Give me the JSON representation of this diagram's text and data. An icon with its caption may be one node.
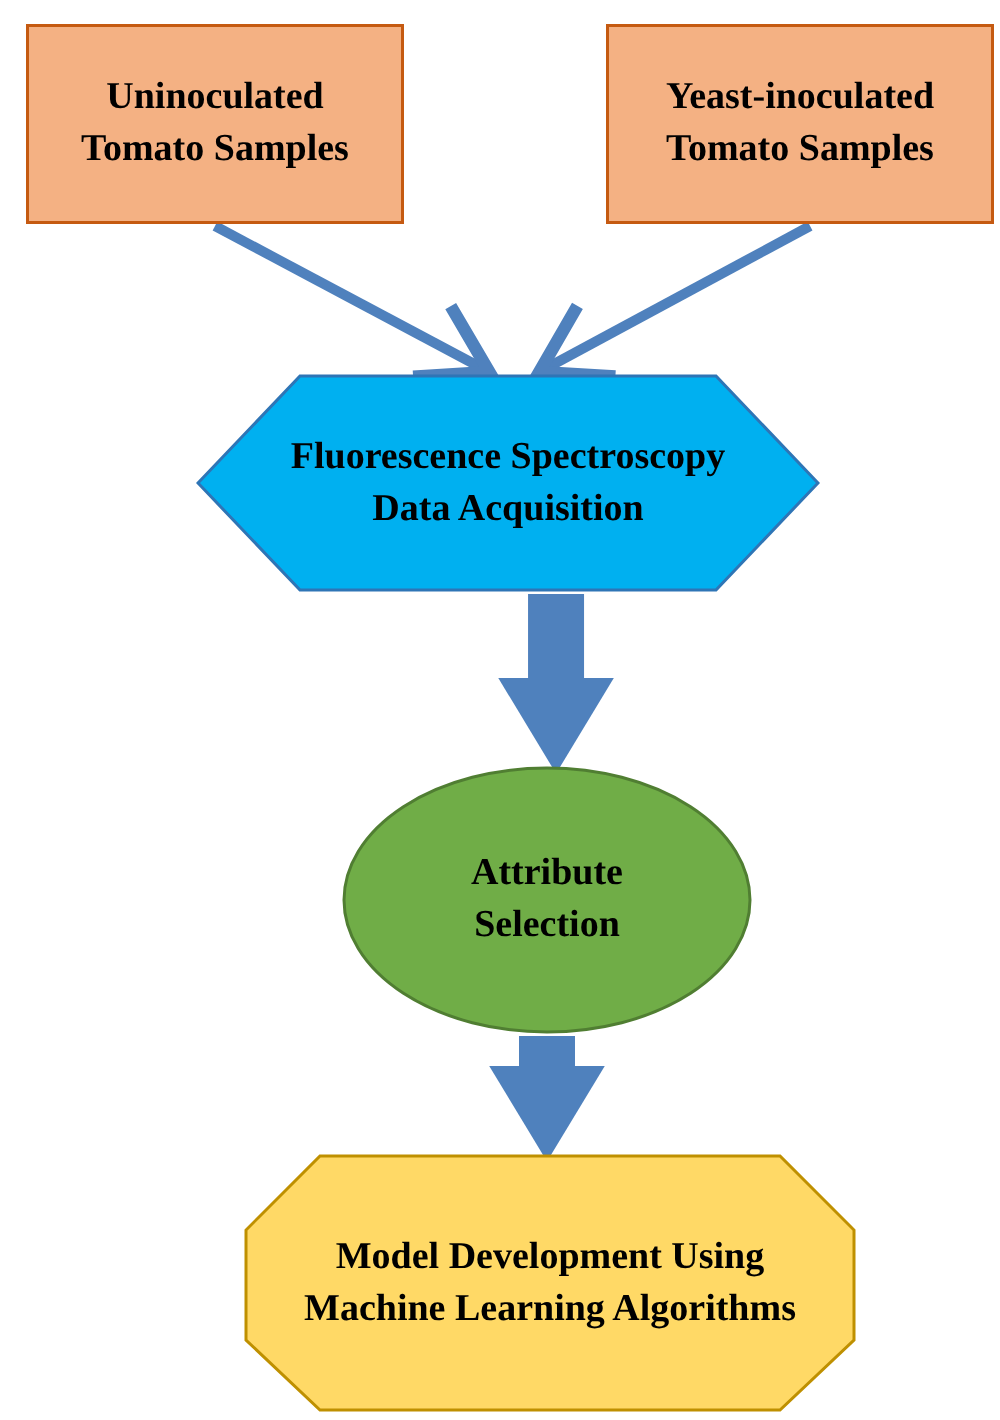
{
  "diagram": {
    "nodes": [
      {
        "text": [
          "Uninoculated Tomato Samples"
        ]
      },
      {
        "text": [
          "Yeast-inoculated Tomato Samples"
        ]
      },
      {
        "text": [
          "Fluorescence Spectroscopy Data Acquisition"
        ]
      },
      {
        "text": [
          "Attribute Selection"
        ]
      },
      {
        "text": [
          "Model Development Using Machine Learning Algorithms"
        ]
      }
    ],
    "edges": [
      {
        "from": 0,
        "to": 2,
        "arrow": "to"
      },
      {
        "from": 1,
        "to": 2,
        "arrow": "to"
      },
      {
        "from": 2,
        "to": 3,
        "arrow": "to",
        "style": "thick"
      },
      {
        "from": 3,
        "to": 4,
        "arrow": "to",
        "style": "thick"
      }
    ]
  }
}
